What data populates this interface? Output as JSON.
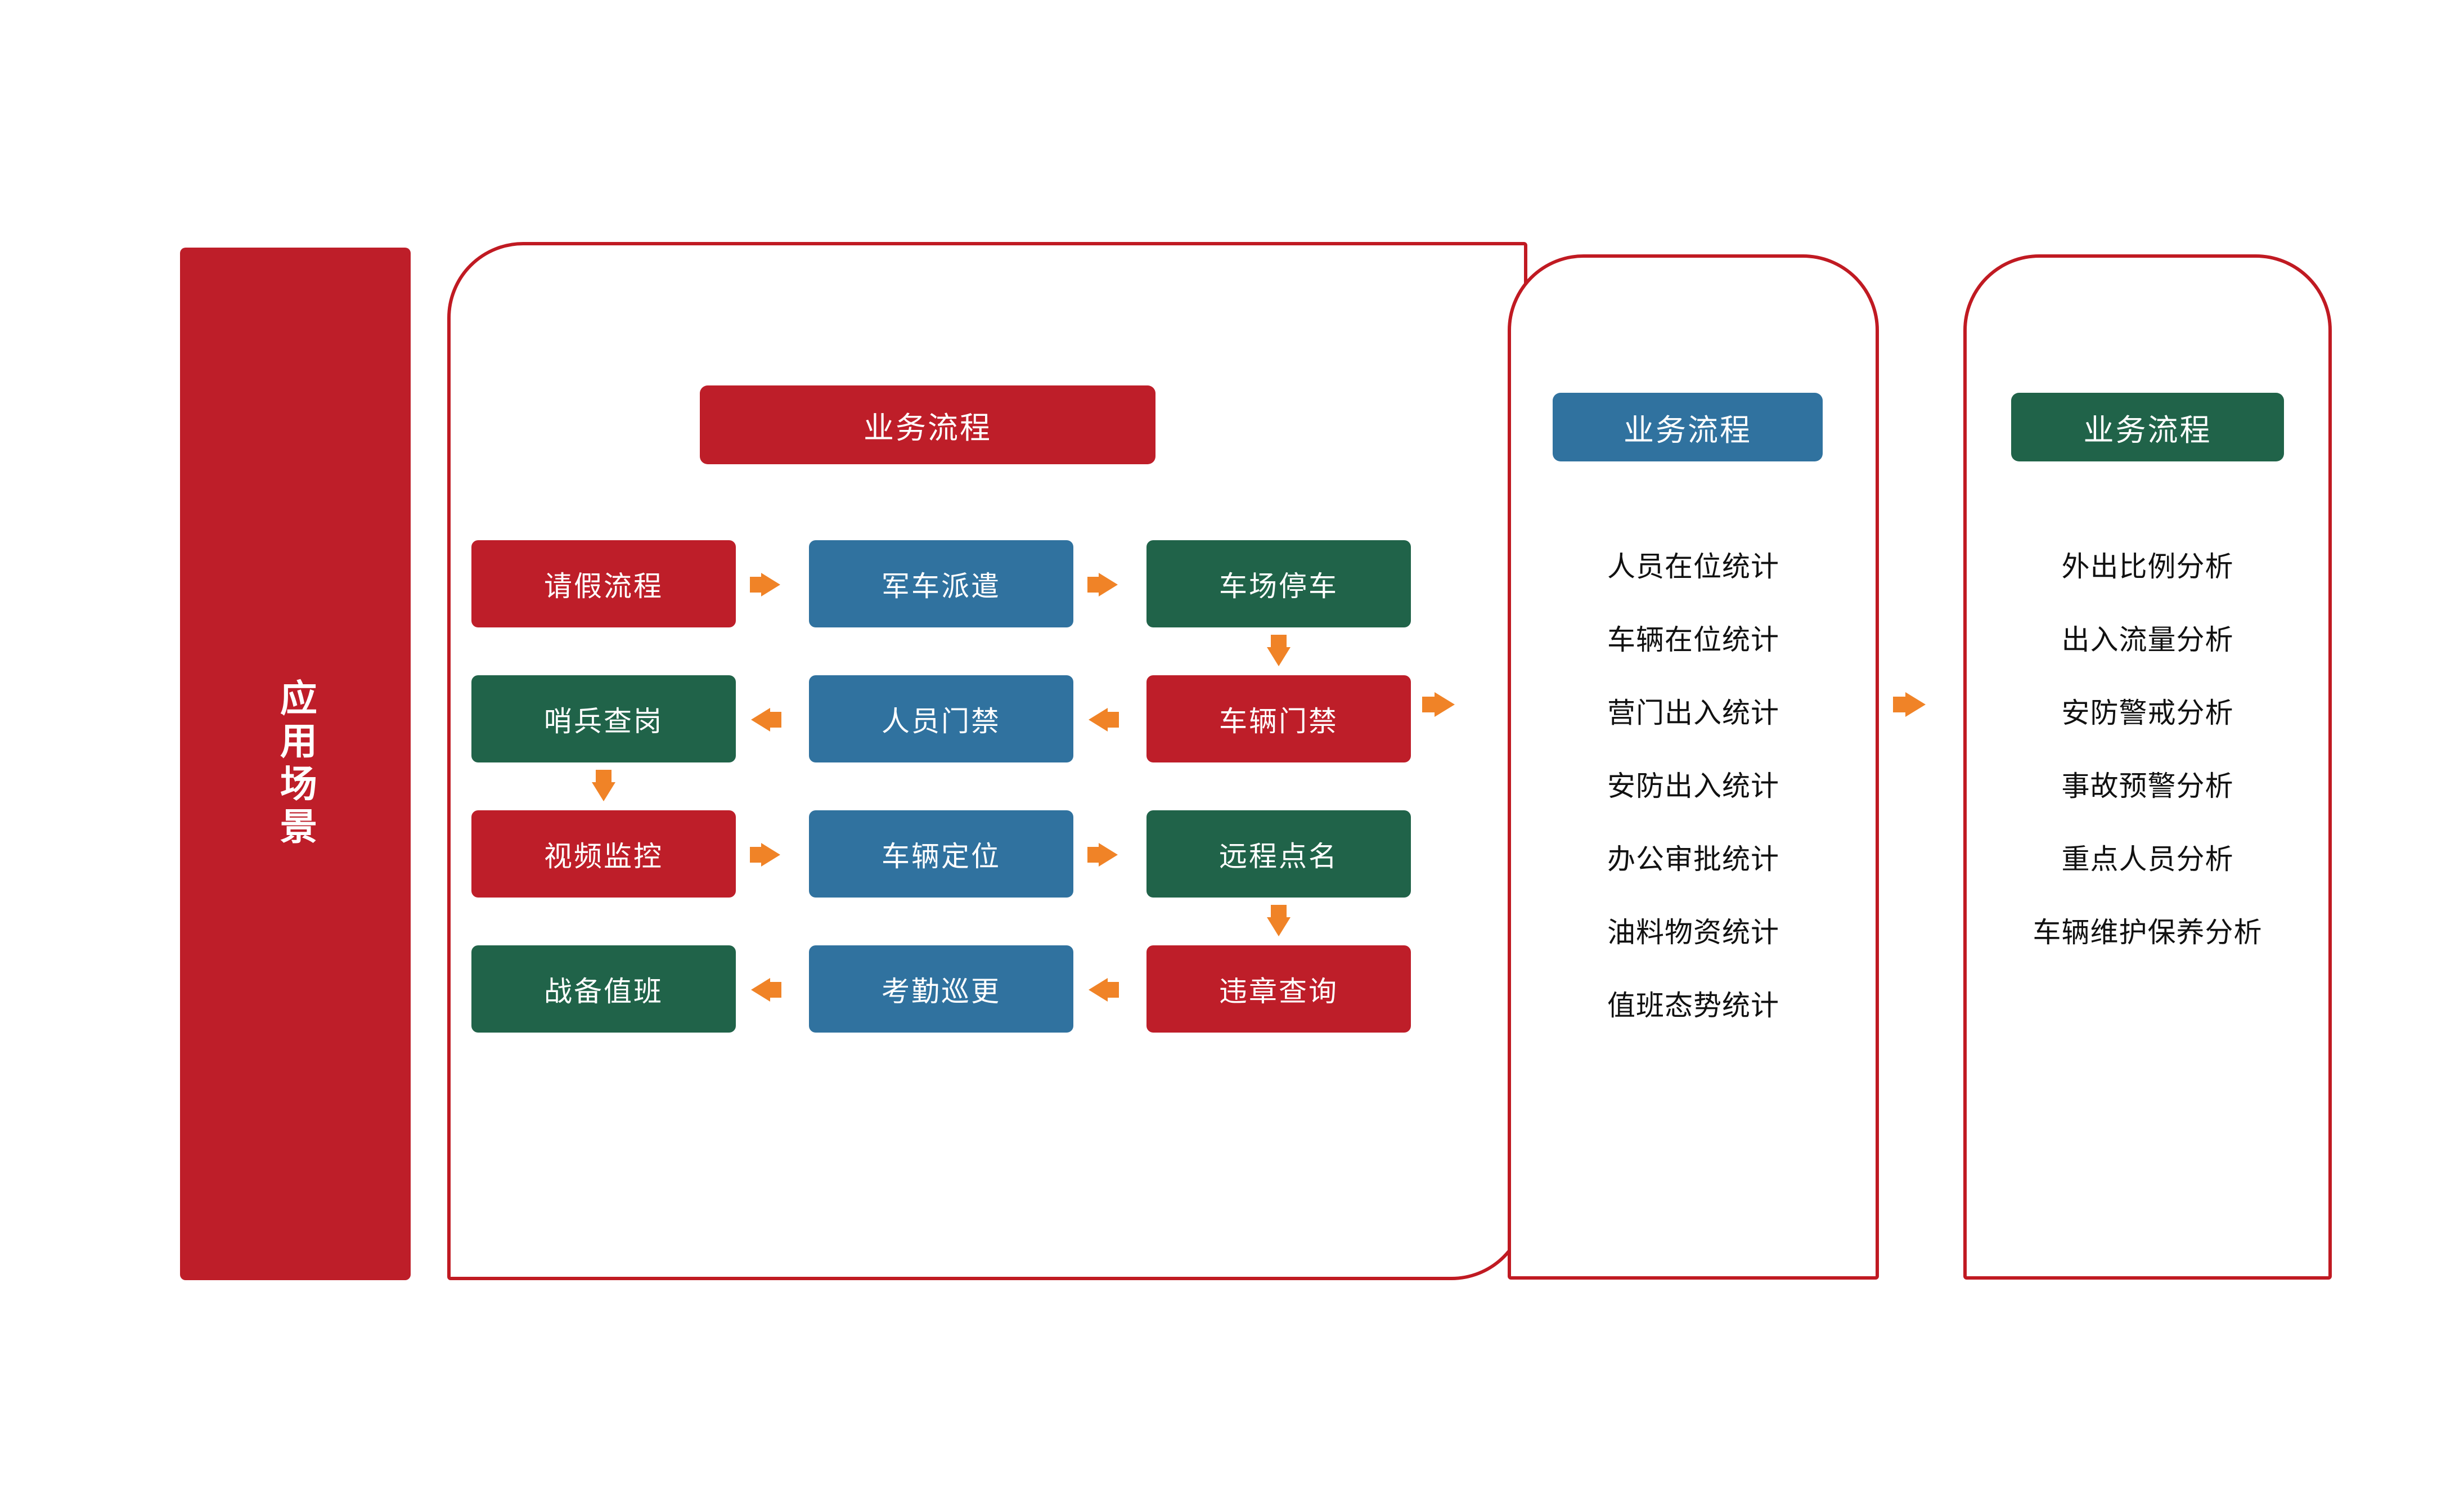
{
  "colors": {
    "red": "#BE1E29",
    "blue": "#30729F",
    "green": "#206349",
    "orange": "#F08327",
    "panel_border": "#C01A22",
    "text_dark": "#111111",
    "text_light": "#FFFFFF"
  },
  "banner": {
    "label": "应用场景"
  },
  "process_panel": {
    "heading": "业务流程",
    "rows": [
      {
        "direction": "left-to-right",
        "cells": [
          {
            "label": "请假流程",
            "color": "red"
          },
          {
            "label": "军车派遣",
            "color": "blue"
          },
          {
            "label": "车场停车",
            "color": "green"
          }
        ]
      },
      {
        "direction": "right-to-left",
        "cells": [
          {
            "label": "哨兵查岗",
            "color": "green"
          },
          {
            "label": "人员门禁",
            "color": "blue"
          },
          {
            "label": "车辆门禁",
            "color": "red"
          }
        ]
      },
      {
        "direction": "left-to-right",
        "cells": [
          {
            "label": "视频监控",
            "color": "red"
          },
          {
            "label": "车辆定位",
            "color": "blue"
          },
          {
            "label": "远程点名",
            "color": "green"
          }
        ]
      },
      {
        "direction": "right-to-left",
        "cells": [
          {
            "label": "战备值班",
            "color": "green"
          },
          {
            "label": "考勤巡更",
            "color": "blue"
          },
          {
            "label": "违章查询",
            "color": "red"
          }
        ]
      }
    ],
    "vertical_links": [
      {
        "from_row": 0,
        "to_row": 1,
        "side": "right",
        "direction": "down"
      },
      {
        "from_row": 1,
        "to_row": 2,
        "side": "left",
        "direction": "down"
      },
      {
        "from_row": 2,
        "to_row": 3,
        "side": "right",
        "direction": "down"
      }
    ]
  },
  "statistics_panel": {
    "heading": "业务流程",
    "items": [
      "人员在位统计",
      "车辆在位统计",
      "营门出入统计",
      "安防出入统计",
      "办公审批统计",
      "油料物资统计",
      "值班态势统计"
    ]
  },
  "analysis_panel": {
    "heading": "业务流程",
    "items": [
      "外出比例分析",
      "出入流量分析",
      "安防警戒分析",
      "事故预警分析",
      "重点人员分析",
      "车辆维护保养分析"
    ]
  },
  "links": [
    {
      "from": "process_panel",
      "to": "statistics_panel",
      "direction": "right"
    },
    {
      "from": "statistics_panel",
      "to": "analysis_panel",
      "direction": "right"
    }
  ]
}
